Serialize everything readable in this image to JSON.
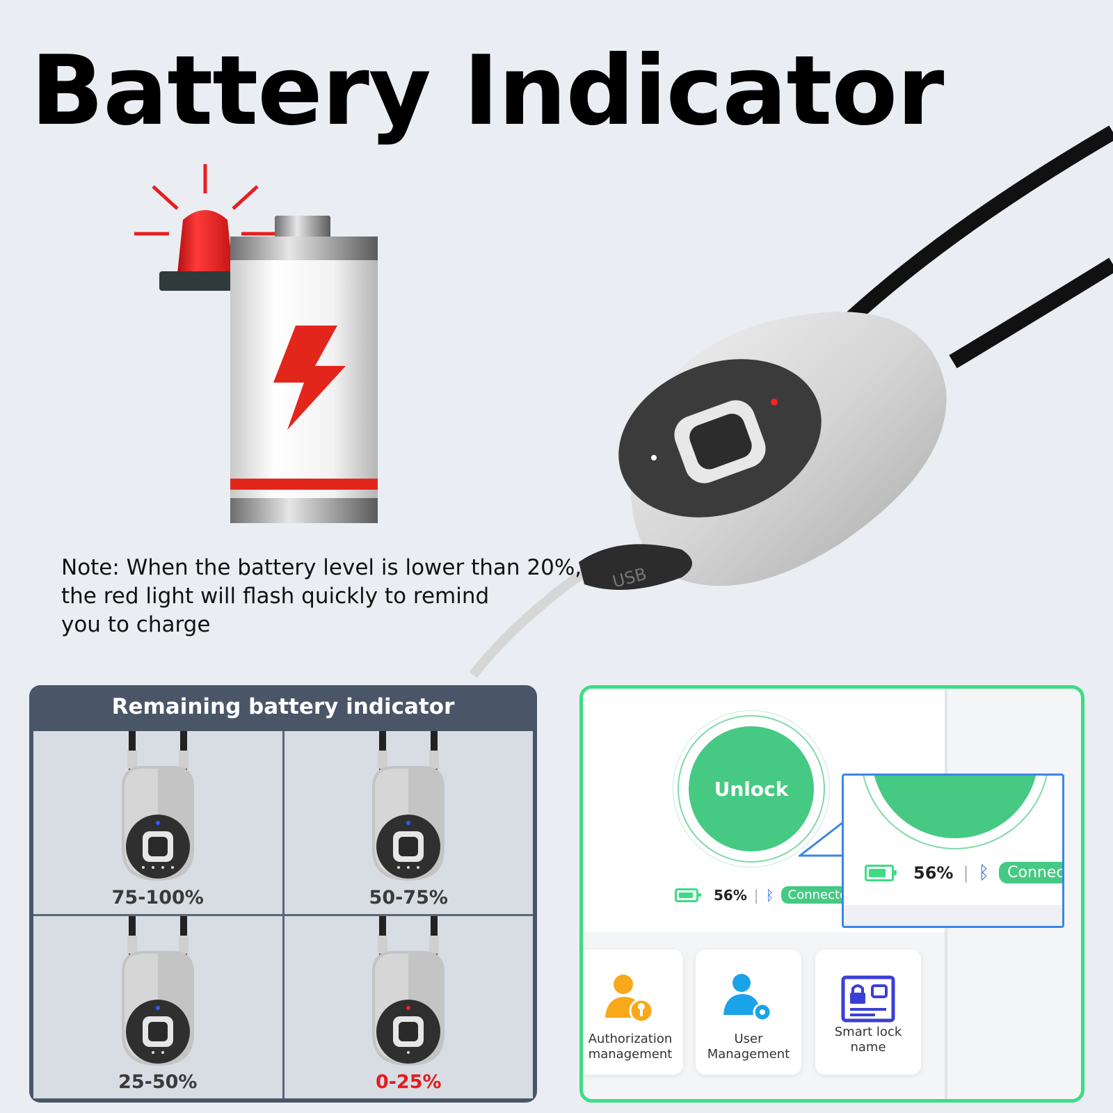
{
  "page": {
    "title": "Battery Indicator"
  },
  "note": {
    "line1": "Note: When the battery level is lower than 20%,",
    "line2": "the red light will flash quickly to remind",
    "line3": "you to charge"
  },
  "device": {
    "port_label": "USB"
  },
  "levels_panel": {
    "title": "Remaining battery indicator",
    "levels": [
      {
        "label": "75-100%",
        "light": "blue",
        "dots": 4
      },
      {
        "label": "50-75%",
        "light": "blue",
        "dots": 3
      },
      {
        "label": "25-50%",
        "light": "blue",
        "dots": 2
      },
      {
        "label": "0-25%",
        "light": "red",
        "dots": 1
      }
    ]
  },
  "app": {
    "unlock_label": "Unlock",
    "battery_percent": "56%",
    "battery_level": 0.56,
    "separator": "|",
    "status": "Connected",
    "cards": [
      {
        "label_line1": "Authorization",
        "label_line2": "management",
        "icon": "authorization-icon"
      },
      {
        "label_line1": "User",
        "label_line2": "Management",
        "icon": "user-management-icon"
      },
      {
        "label_line1": "Smart lock name",
        "label_line2": "",
        "icon": "lock-name-icon"
      }
    ]
  },
  "colors": {
    "accent_green": "#46c983",
    "warning_red": "#e11d1d",
    "panel_dark": "#4a5568",
    "zoom_blue": "#3a86e8"
  }
}
